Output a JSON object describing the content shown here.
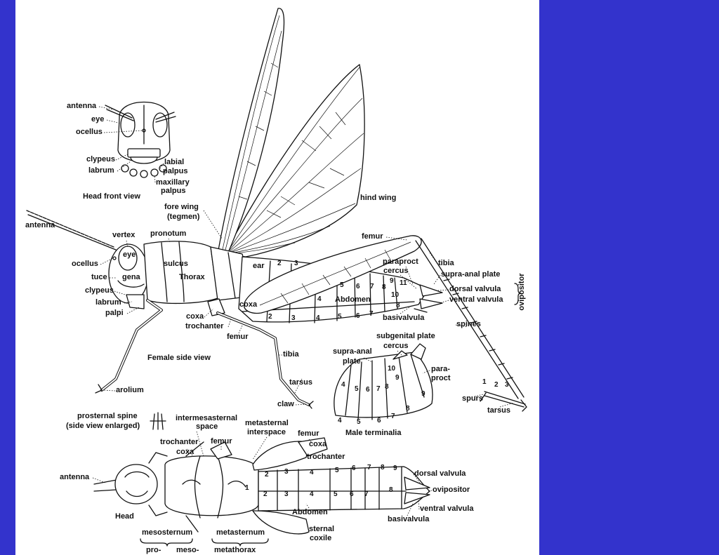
{
  "colors": {
    "side_bars": "#3333cc",
    "panel": "#ffffff",
    "ink": "#111111"
  },
  "head_front_view": {
    "title": "Head front view",
    "antenna": "antenna",
    "eye": "eye",
    "ocellus": "ocellus",
    "clypeus": "clypeus",
    "labrum": "labrum",
    "labial_palpus": [
      "labial",
      "palpus"
    ],
    "maxillary_palpus": [
      "maxillary",
      "palpus"
    ]
  },
  "side_view": {
    "title": "Female side view",
    "fore_wing": [
      "fore wing",
      "(tegmen)"
    ],
    "hind_wing": "hind wing",
    "antenna": "antenna",
    "vertex": "vertex",
    "pronotum": "pronotum",
    "eye": "eye",
    "ocellus": "ocellus",
    "sulcus": "sulcus",
    "face": "tuce",
    "gena": "gena",
    "thorax": "Thorax",
    "clypeus": "clypeus",
    "labrum": "labrum",
    "palpi": "palpi",
    "ear": "ear",
    "hind_femur": "femur",
    "hind_tibia": "tibia",
    "paraproct": "paraproct",
    "cercus": "cercus",
    "supra_anal_plate": "supra-anal plate",
    "dorsal_valvula": "dorsal valvula",
    "ventral_valvula": "ventral valvula",
    "ovipositor": "ovipositor",
    "abdomen": "Abdomen",
    "hind_coxa": "coxa",
    "mid_coxa": "coxa",
    "basivalvula": "basivalvula",
    "trochanter": "trochanter",
    "spines": "spines",
    "mid_femur": "femur",
    "mid_tibia": "tibia",
    "mid_tarsus": "tarsus",
    "arolium": "arolium",
    "spurs": "spurs",
    "claw": "claw",
    "hind_tarsus": "tarsus",
    "tergite_numbers": [
      "2",
      "3",
      "4",
      "5",
      "6",
      "7",
      "8",
      "9",
      "10",
      "11",
      "8"
    ],
    "sternite_numbers": [
      "2",
      "3",
      "4",
      "5",
      "6",
      "7"
    ],
    "tarsal_numbers": [
      "1",
      "2",
      "3"
    ]
  },
  "male_terminalia": {
    "title": "Male terminalia",
    "subgenital_plate": "subgenital plate",
    "cercus": "cercus",
    "supra_anal_plate": [
      "supra-anal",
      "plate"
    ],
    "paraproct": [
      "para-",
      "proct"
    ],
    "upper_numbers": [
      "10",
      "9",
      "4",
      "5",
      "6",
      "7",
      "8"
    ],
    "lower_numbers": [
      "9",
      "8",
      "7",
      "6",
      "5",
      "4"
    ]
  },
  "ventral_view": {
    "prosternal_spine": [
      "prosternal spine",
      "(side view enlarged)"
    ],
    "intermesasternal_space": [
      "intermesasternal",
      "space"
    ],
    "metasternal_interspace": [
      "metasternal",
      "interspace"
    ],
    "hind_femur": "femur",
    "front_trochanter": "trochanter",
    "mid_femur": "femur",
    "front_coxa": "coxa",
    "hind_coxa": "coxa",
    "hind_trochanter": "trochanter",
    "dorsal_valvula": "dorsal valvula",
    "antenna": "antenna",
    "ovipositor": "ovipositor",
    "head": "Head",
    "abdomen": "Abdomen",
    "ventral_valvula": "ventral valvula",
    "basivalvula": "basivalvula",
    "mesosternum": "mesosternum",
    "metasternum": "metasternum",
    "sternal_coxite": [
      "sternal",
      "coxile"
    ],
    "thorax_parts": [
      "pro-",
      "meso-",
      "metathorax"
    ],
    "upper_numbers": [
      "2",
      "3",
      "4",
      "5",
      "6",
      "7",
      "8",
      "9"
    ],
    "lower_numbers": [
      "1",
      "2",
      "3",
      "4",
      "5",
      "6",
      "7",
      "8"
    ]
  }
}
